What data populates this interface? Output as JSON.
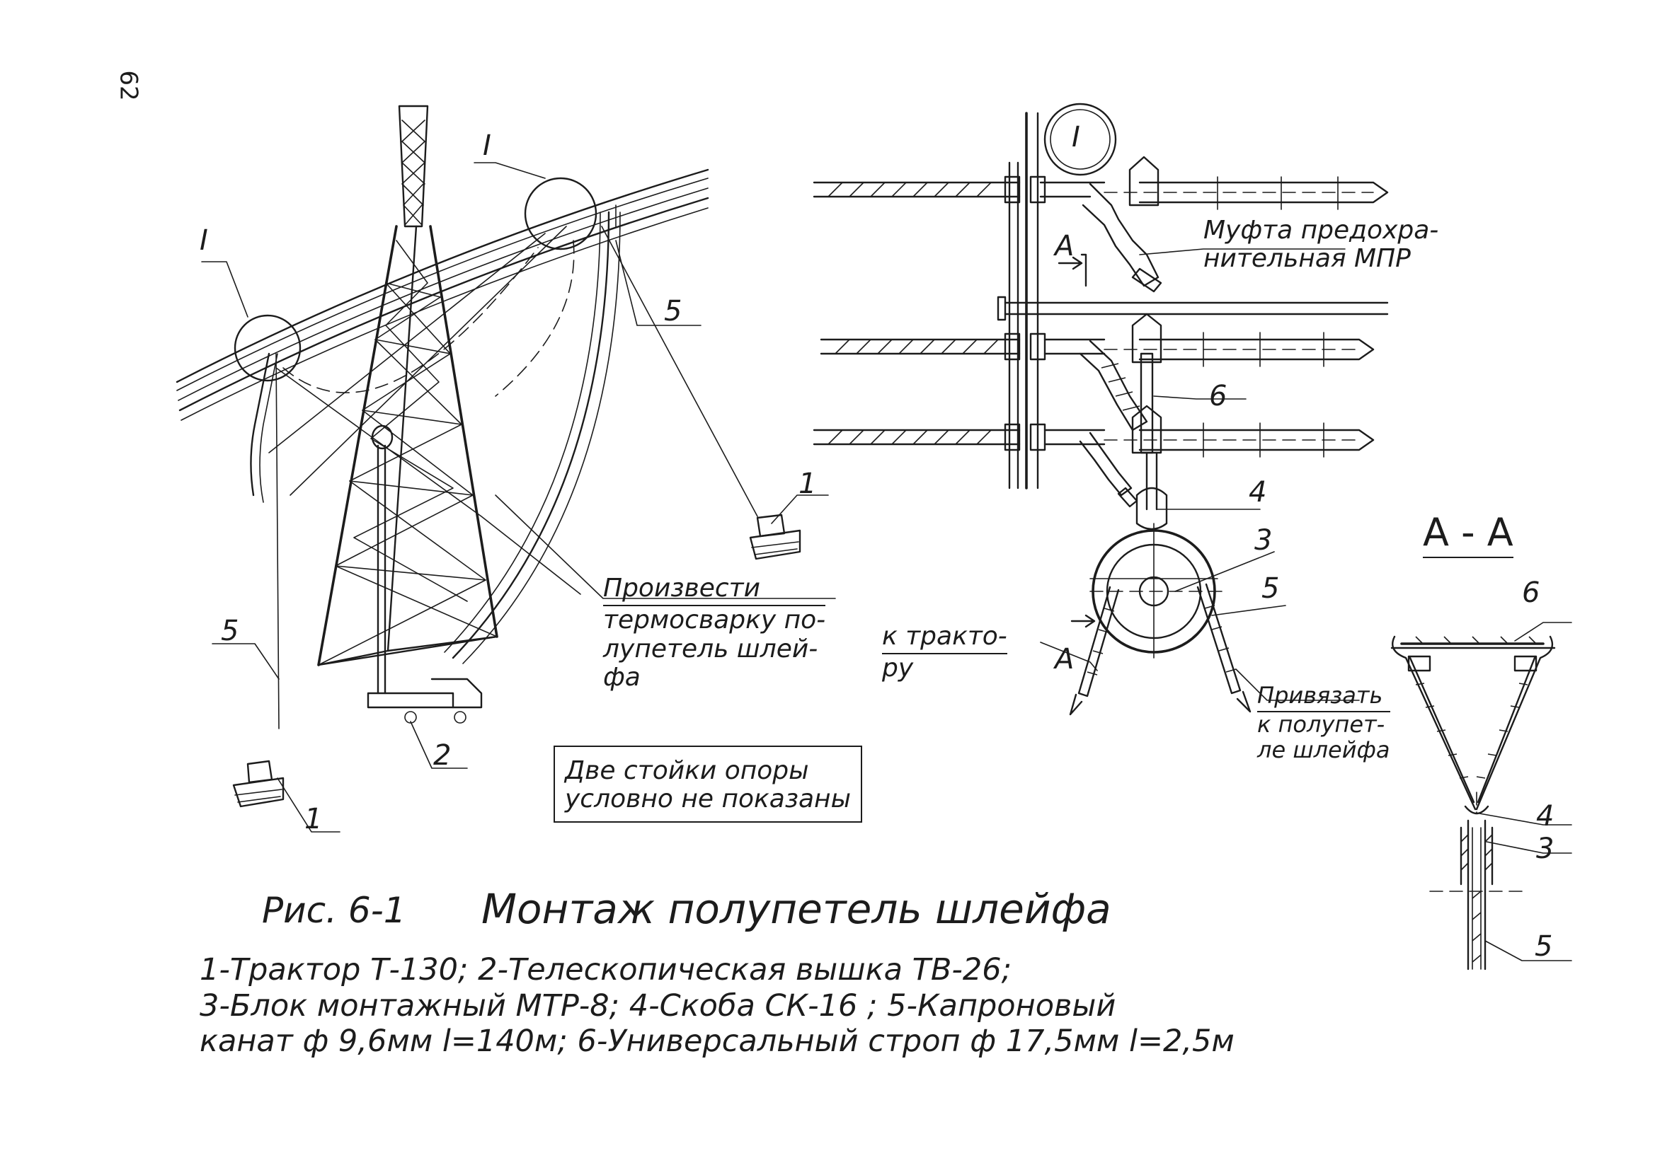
{
  "page_number": "62",
  "detail_mark_circle": "I",
  "detail_mark_left": "I",
  "detail_mark_top": "I",
  "callouts": {
    "tractor_left": "1",
    "tractor_right": "1",
    "tower": "2",
    "rope_left": "5",
    "rope_right": "5",
    "shackle": "4",
    "block": "3",
    "rope_detail": "5",
    "sling": "6",
    "section_sling": "6",
    "section_shackle": "4",
    "section_block": "3",
    "section_rope": "5",
    "section_view_mark": "А"
  },
  "notes": {
    "weld": [
      "Произвести",
      "термосварку по-",
      "лупетель шлей-",
      "фа"
    ],
    "coupling": [
      "Муфта предохра-",
      "нительная МПР"
    ],
    "to_tractor": [
      "к тракто-",
      "ру"
    ],
    "tie": [
      "Привязать",
      "к полупет-",
      "ле шлейфа"
    ],
    "boxed": [
      "Две стойки опоры",
      "условно не показаны"
    ]
  },
  "section_title": "А - А",
  "figure": {
    "number": "Рис. 6-1",
    "title": "Монтаж полупетель шлейфа"
  },
  "legend": [
    "1-Трактор Т-130; 2-Телескопическая вышка ТВ-26;",
    "3-Блок монтажный МТР-8; 4-Скоба СК-16 ; 5-Капроновый",
    "канат ф 9,6мм l=140м; 6-Универсальный строп ф 17,5мм l=2,5м"
  ]
}
